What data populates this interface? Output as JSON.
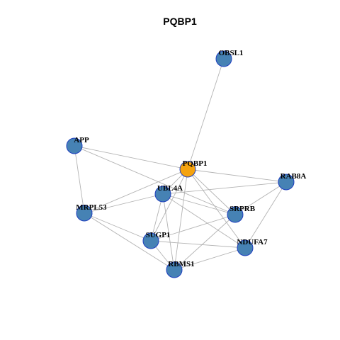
{
  "title": "PQBP1",
  "colors": {
    "focus_node": "#F5A30F",
    "node": "#4682B4",
    "node_border": "#1F3FBF",
    "edge": "#B3B3B3"
  },
  "nodes": [
    {
      "id": "PQBP1",
      "label": "PQBP1",
      "focus": true
    },
    {
      "id": "OBSL1",
      "label": "OBSL1"
    },
    {
      "id": "APP",
      "label": "APP"
    },
    {
      "id": "RAB8A",
      "label": "RAB8A"
    },
    {
      "id": "UBL4A",
      "label": "UBL4A"
    },
    {
      "id": "MRPL53",
      "label": "MRPL53"
    },
    {
      "id": "SRPRB",
      "label": "SRPRB"
    },
    {
      "id": "SUGP1",
      "label": "SUGP1"
    },
    {
      "id": "NDUFA7",
      "label": "NDUFA7"
    },
    {
      "id": "RBMS1",
      "label": "RBMS1"
    }
  ],
  "edges": [
    [
      "OBSL1",
      "PQBP1"
    ],
    [
      "APP",
      "PQBP1"
    ],
    [
      "APP",
      "MRPL53"
    ],
    [
      "APP",
      "SRPRB"
    ],
    [
      "PQBP1",
      "RAB8A"
    ],
    [
      "PQBP1",
      "MRPL53"
    ],
    [
      "PQBP1",
      "UBL4A"
    ],
    [
      "PQBP1",
      "SRPRB"
    ],
    [
      "PQBP1",
      "SUGP1"
    ],
    [
      "PQBP1",
      "RBMS1"
    ],
    [
      "PQBP1",
      "NDUFA7"
    ],
    [
      "UBL4A",
      "RAB8A"
    ],
    [
      "UBL4A",
      "MRPL53"
    ],
    [
      "UBL4A",
      "SRPRB"
    ],
    [
      "UBL4A",
      "SUGP1"
    ],
    [
      "UBL4A",
      "RBMS1"
    ],
    [
      "UBL4A",
      "NDUFA7"
    ],
    [
      "RAB8A",
      "SRPRB"
    ],
    [
      "RAB8A",
      "NDUFA7"
    ],
    [
      "MRPL53",
      "SUGP1"
    ],
    [
      "MRPL53",
      "RBMS1"
    ],
    [
      "SRPRB",
      "SUGP1"
    ],
    [
      "SRPRB",
      "RBMS1"
    ],
    [
      "SUGP1",
      "NDUFA7"
    ],
    [
      "SUGP1",
      "RBMS1"
    ],
    [
      "RBMS1",
      "NDUFA7"
    ]
  ]
}
